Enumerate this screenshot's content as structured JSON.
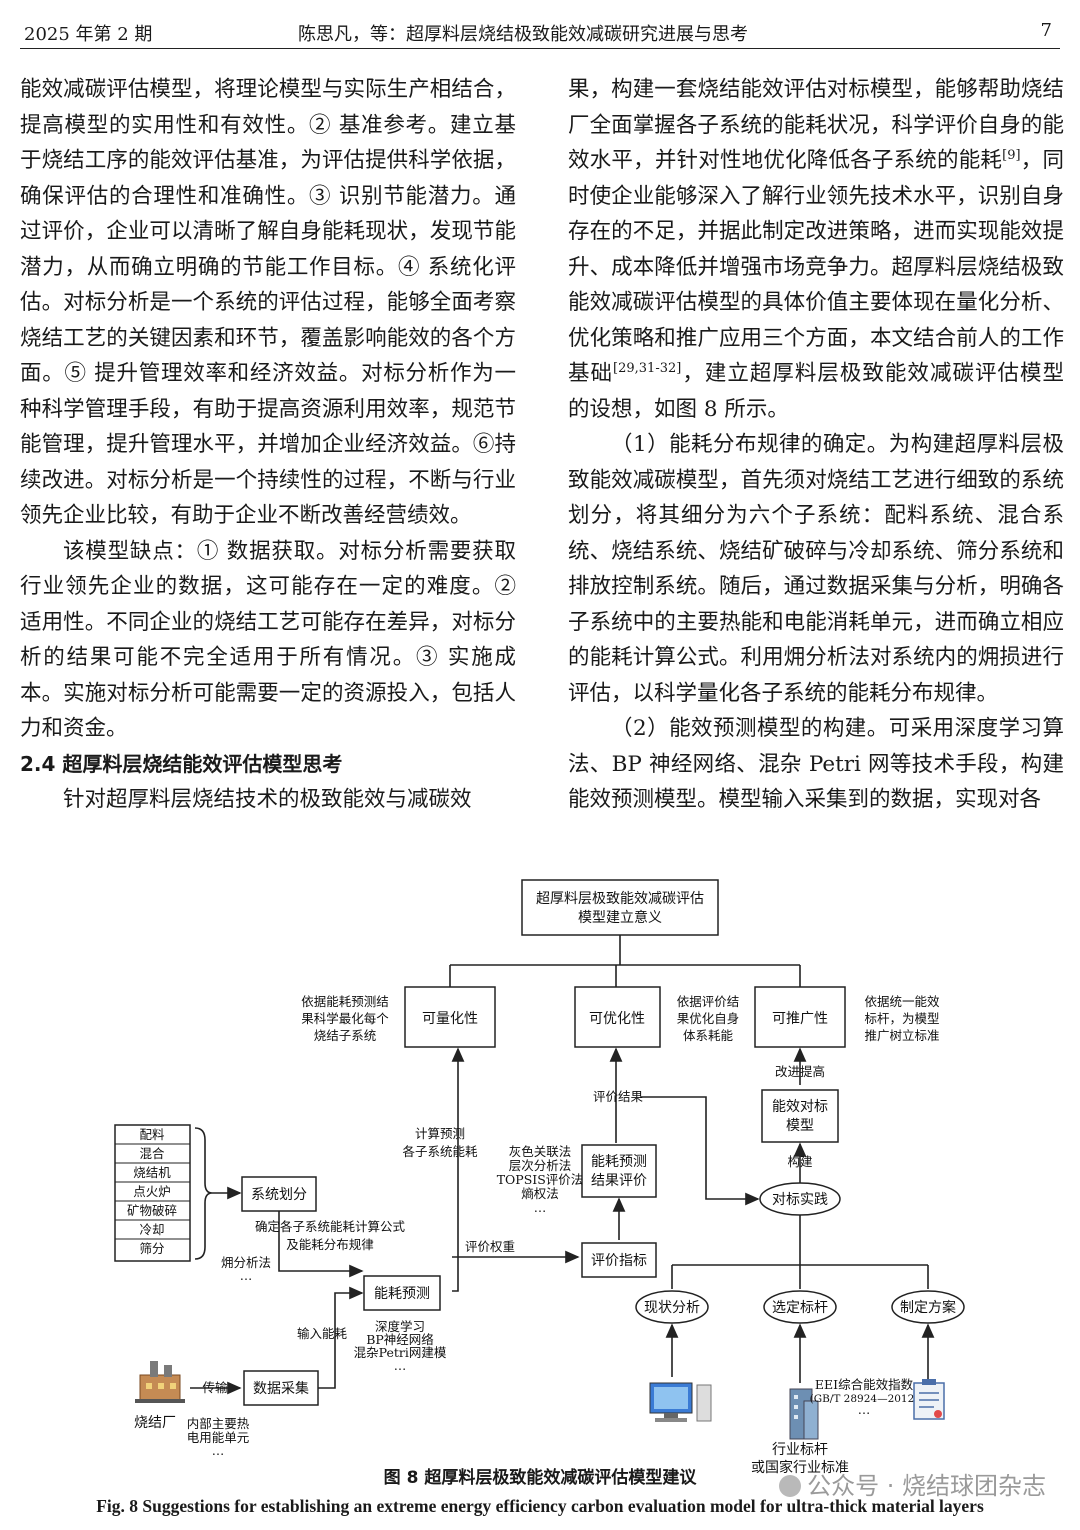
{
  "header": {
    "issue": "2025 年第 2 期",
    "title": "陈思凡，等：超厚料层烧结极致能效减碳研究进展与思考",
    "page": "7"
  },
  "left": {
    "p1": "能效减碳评估模型，将理论模型与实际生产相结合，提高模型的实用性和有效性。② 基准参考。建立基于烧结工序的能效评估基准，为评估提供科学依据，确保评估的合理性和准确性。③ 识别节能潜力。通过评价，企业可以清晰了解自身能耗现状，发现节能潜力，从而确立明确的节能工作目标。④ 系统化评估。对标分析是一个系统的评估过程，能够全面考察烧结工艺的关键因素和环节，覆盖影响能效的各个方面。⑤ 提升管理效率和经济效益。对标分析作为一种科学管理手段，有助于提高资源利用效率，规范节能管理，提升管理水平，并增加企业经济效益。⑥持续改进。对标分析是一个持续性的过程，不断与行业领先企业比较，有助于企业不断改善经营绩效。",
    "p2": "该模型缺点：① 数据获取。对标分析需要获取行业领先企业的数据，这可能存在一定的难度。② 适用性。不同企业的烧结工艺可能存在差异，对标分析的结果可能不完全适用于所有情况。③ 实施成本。实施对标分析可能需要一定的资源投入，包括人力和资金。",
    "section": "2.4   超厚料层烧结能效评估模型思考",
    "p3": "针对超厚料层烧结技术的极致能效与减碳效"
  },
  "right": {
    "p1a": "果，构建一套烧结能效评估对标模型，能够帮助烧结厂全面掌握各子系统的能耗状况，科学评价自身的能效水平，并针对性地优化降低各子系统的能耗",
    "ref1": "[9]",
    "p1b": "，同时使企业能够深入了解行业领先技术水平，识别自身存在的不足，并据此制定改进策略，进而实现能效提升、成本降低并增强市场竞争力。超厚料层烧结极致能效减碳评估模型的具体价值主要体现在量化分析、优化策略和推广应用三个方面，本文结合前人的工作基础",
    "ref2": "[29,31-32]",
    "p1c": "，建立超厚料层极致能效减碳评估模型的设想，如图 8 所示。",
    "p2": "（1）能耗分布规律的确定。为构建超厚料层极致能效减碳模型，首先须对烧结工艺进行细致的系统划分，将其细分为六个子系统：配料系统、混合系统、烧结系统、烧结矿破碎与冷却系统、筛分系统和排放控制系统。随后，通过数据采集与分析，明确各子系统中的主要热能和电能消耗单元，进而确立相应的能耗计算公式。利用㶲分析法对系统内的㶲损进行评估，以科学量化各子系统的能耗分布规律。",
    "p3": "（2）能效预测模型的构建。可采用深度学习算法、BP 神经网络、混杂 Petri 网等技术手段，构建能效预测模型。模型输入采集到的数据，实现对各"
  },
  "figure": {
    "top1": "超厚料层极致能效减碳评估",
    "top2": "模型建立意义",
    "quant": "可量化性",
    "quant_n1": "依据能耗预测结",
    "quant_n2": "果科学最化每个",
    "quant_n3": "烧结子系统",
    "opt": "可优化性",
    "opt_n1": "依据评价结",
    "opt_n2": "果优化自身",
    "opt_n3": "体系耗能",
    "ext": "可推广性",
    "ext_n1": "依据统一能效",
    "ext_n2": "标杆，为模型",
    "ext_n3": "推广树立标准",
    "improve": "改进提高",
    "bench1": "能效对标",
    "bench2": "模型",
    "build": "构建",
    "practice": "对标实践",
    "eval_result": "评价结果",
    "pred1": "能耗预测",
    "pred2": "结果评价",
    "methods": [
      "灰色关联法",
      "层次分析法",
      "TOPSIS评价法",
      "熵权法",
      "…"
    ],
    "calc1": "计算预测",
    "calc2": "各子系统能耗",
    "weight": "评价权重",
    "index": "评价指标",
    "subs": [
      "配料",
      "混合",
      "烧结机",
      "点火炉",
      "矿物破碎",
      "冷却",
      "筛分"
    ],
    "division": "系统划分",
    "formula1": "确定各子系统能耗计算公式",
    "formula2": "及能耗分布规律",
    "exergy1": "㶲分析法",
    "exergy2": "…",
    "predict": "能耗预测",
    "input": "输入能耗",
    "dl": [
      "深度学习",
      "BP神经网络",
      "混杂Petri网建模",
      "…"
    ],
    "collect": "数据采集",
    "transfer": "传输",
    "plant": "烧结厂",
    "units": [
      "内部主要热",
      "电用能单元",
      "…"
    ],
    "status": "现状分析",
    "select": "选定标杆",
    "plan": "制定方案",
    "eei1": "EEI综合能效指数",
    "eei2": "(GB/T 28924—2012)",
    "eei3": "…",
    "ind1": "行业标杆",
    "ind2": "或国家行业标准"
  },
  "caption": {
    "cn": "图 8   超厚料层极致能效减碳评估模型建议",
    "en": "Fig. 8   Suggestions for establishing an extreme energy efficiency carbon evaluation model for ultra-thick material layers"
  },
  "watermark": "公众号 · 烧结球团杂志"
}
